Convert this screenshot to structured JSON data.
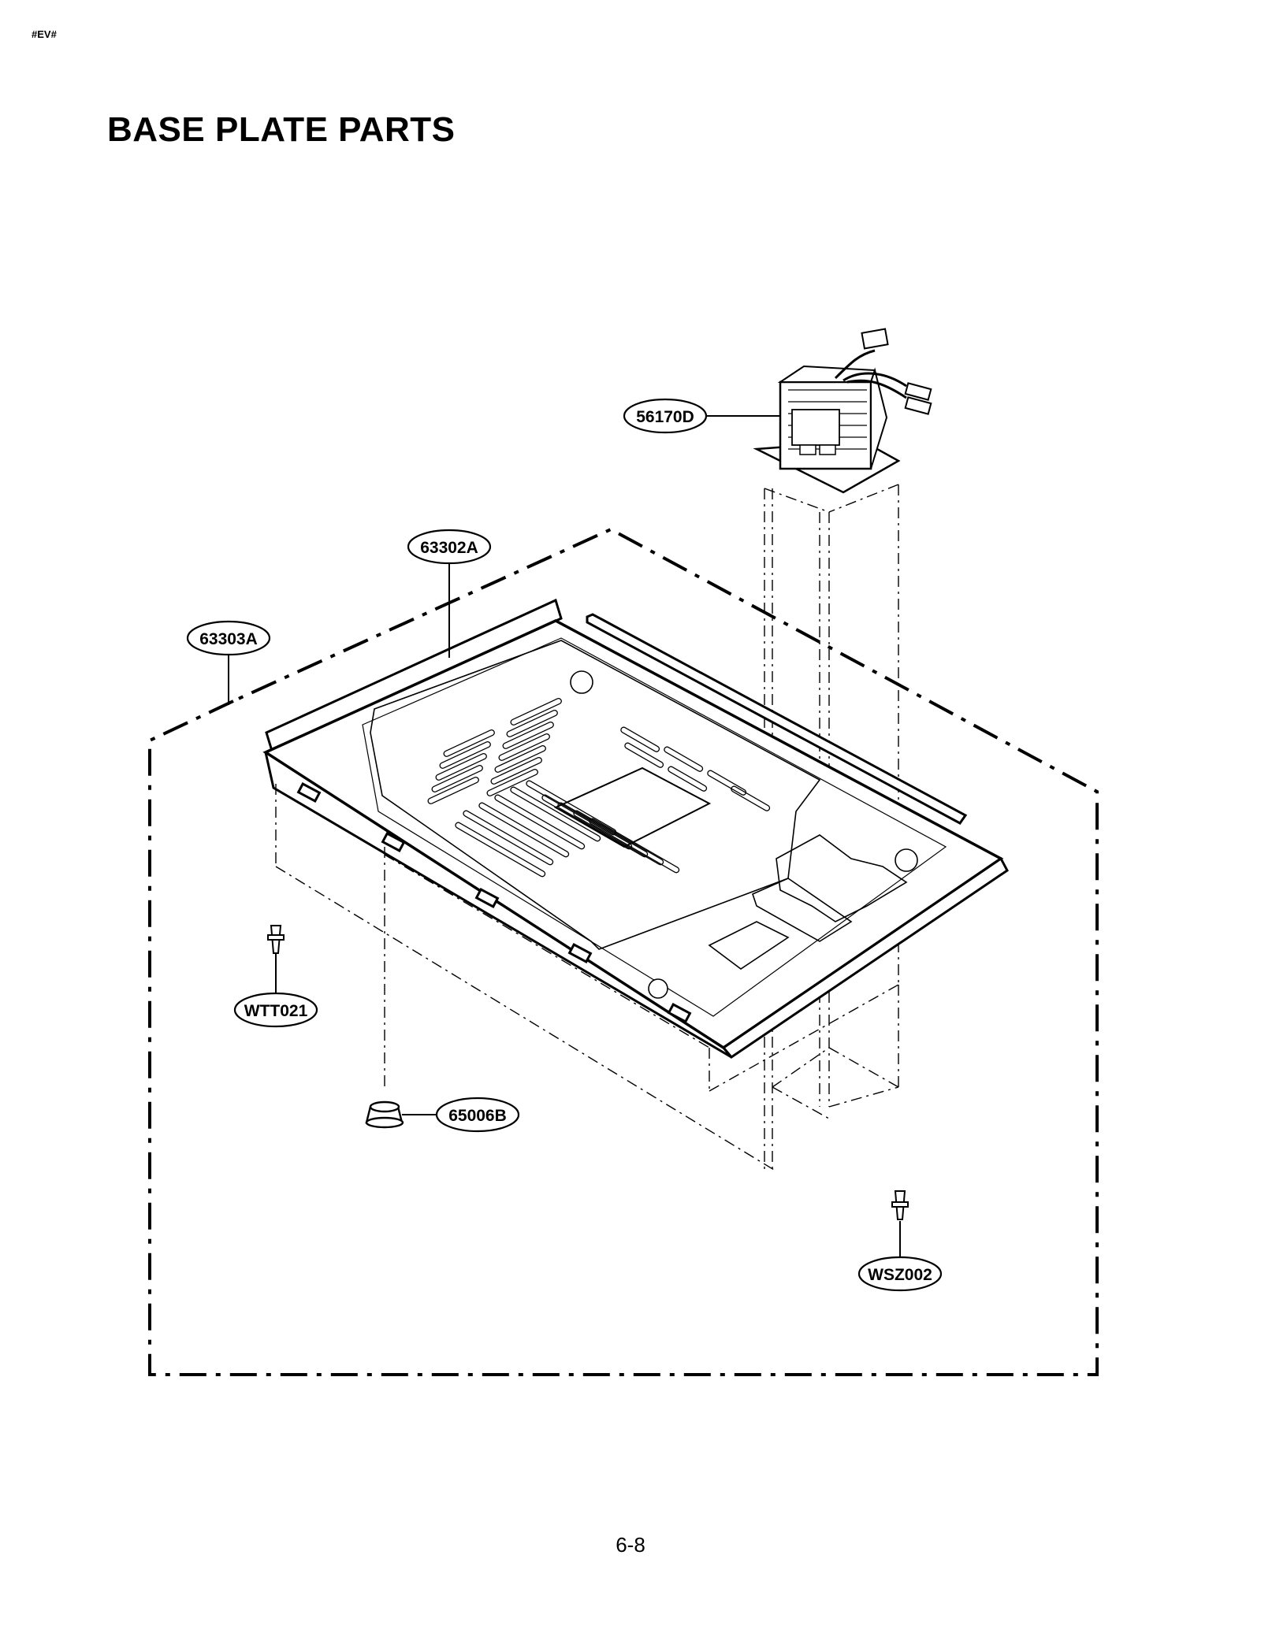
{
  "header": {
    "tag": "#EV#"
  },
  "title": "BASE PLATE PARTS",
  "footer": {
    "page_number": "6-8"
  },
  "callouts": {
    "c56170D": "56170D",
    "c63302A": "63302A",
    "c63303A": "63303A",
    "cWTT021": "WTT021",
    "c65006B": "65006B",
    "cWSZ002": "WSZ002"
  },
  "icons": {
    "transformer": "transformer-icon",
    "screw": "screw-icon",
    "foot": "rubber-foot-icon",
    "base_plate": "base-plate-icon"
  },
  "colors": {
    "line": "#000000",
    "background": "#ffffff"
  }
}
